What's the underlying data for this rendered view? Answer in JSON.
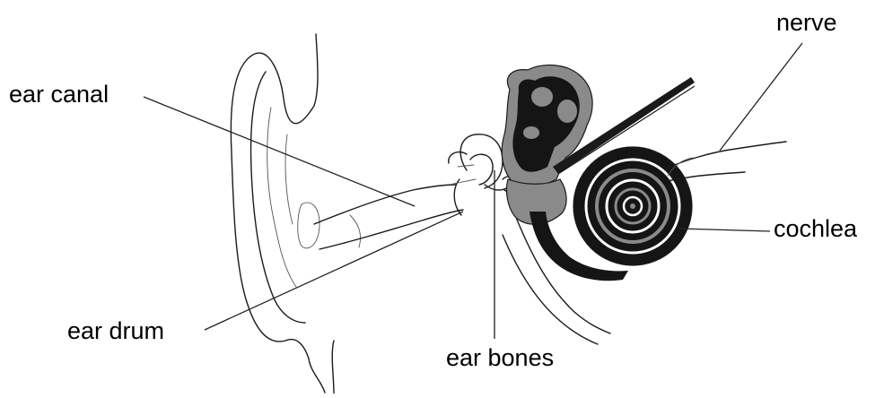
{
  "diagram": {
    "labels": {
      "nerve": "nerve",
      "ear_canal": "ear canal",
      "cochlea": "cochlea",
      "ear_drum": "ear drum",
      "ear_bones": "ear bones"
    },
    "colors": {
      "ink": "#1a1a1a",
      "inner_ear_dark": "#151515",
      "inner_ear_grey": "#8a8a8a",
      "background": "#ffffff"
    }
  }
}
